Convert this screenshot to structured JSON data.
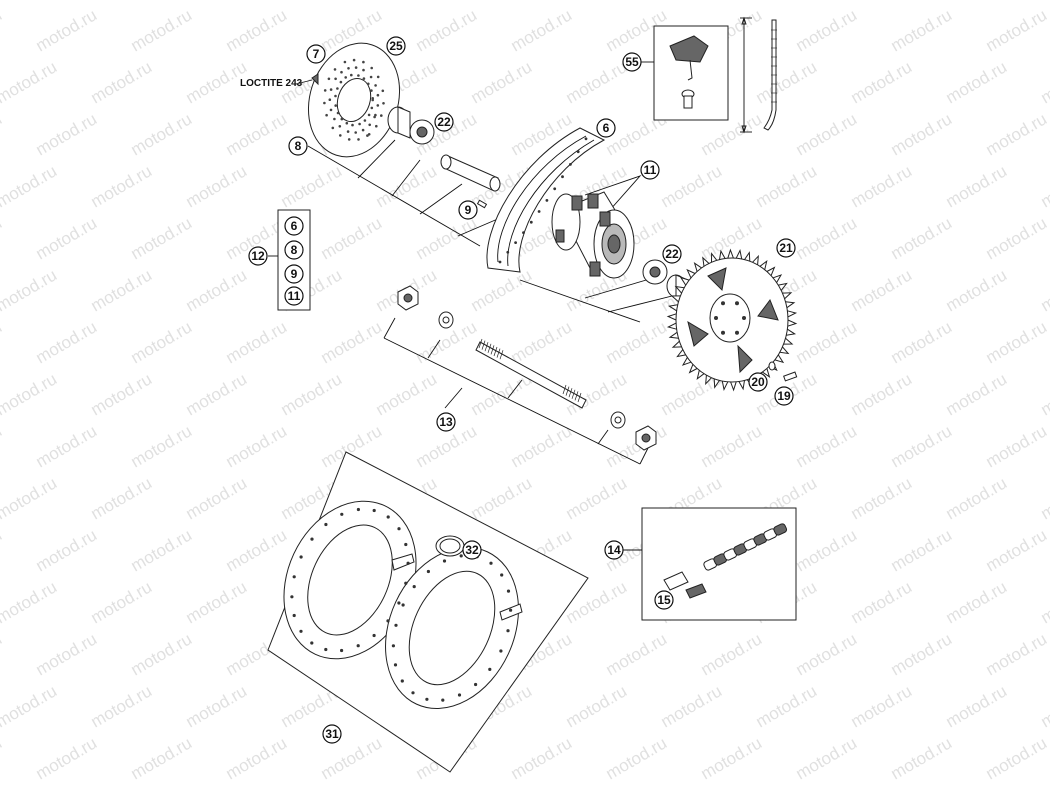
{
  "watermark": "motod.ru",
  "label_loctite": "LOCTITE 243",
  "callouts": {
    "c7": "7",
    "c25": "25",
    "c8": "8",
    "c22a": "22",
    "c6": "6",
    "c11": "11",
    "c9": "9",
    "c12": "12",
    "g6": "6",
    "g8": "8",
    "g9": "9",
    "g11": "11",
    "c22b": "22",
    "c21": "21",
    "c20": "20",
    "c19": "19",
    "c13": "13",
    "c55": "55",
    "c14": "14",
    "c15": "15",
    "c31": "31",
    "c32": "32"
  }
}
